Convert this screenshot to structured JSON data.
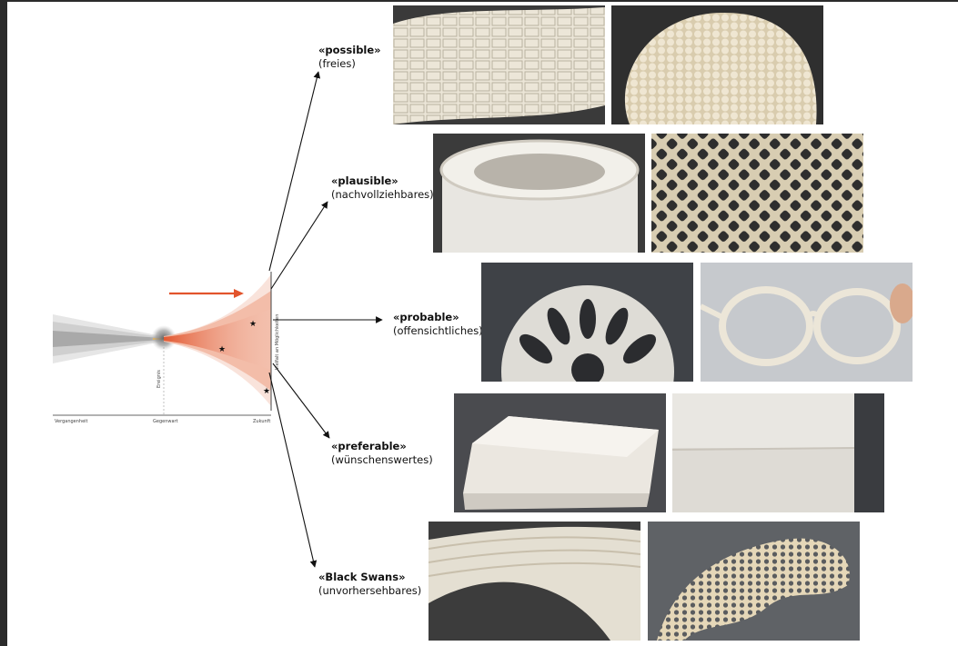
{
  "futures": [
    {
      "title": "«possible»",
      "subtitle": "(freies)"
    },
    {
      "title": "«plausible»",
      "subtitle": "(nachvollziehbares)"
    },
    {
      "title": "«probable»",
      "subtitle": "(offensichtliches)"
    },
    {
      "title": "«preferable»",
      "subtitle": "(wünschenswertes)"
    },
    {
      "title": "«Black Swans»",
      "subtitle": "(unvorhersehbares)"
    }
  ],
  "timeline": {
    "past": "Vergangenheit",
    "present": "Gegenwart",
    "future": "Zukunft",
    "event": "Ereignis",
    "cone_label": "Vielfalt an Möglichkeiten"
  },
  "photos": [
    {
      "name": "scaly-membrane",
      "row": 0
    },
    {
      "name": "beaded-surface",
      "row": 0
    },
    {
      "name": "hollow-cylinder",
      "row": 1
    },
    {
      "name": "lattice-mesh",
      "row": 1
    },
    {
      "name": "radial-gear",
      "row": 2
    },
    {
      "name": "eyeglasses",
      "row": 2
    },
    {
      "name": "foam-block",
      "row": 3
    },
    {
      "name": "foam-closeup",
      "row": 3
    },
    {
      "name": "layered-sheet",
      "row": 4
    },
    {
      "name": "honeycomb-lace",
      "row": 4
    }
  ],
  "colors": {
    "accent": "#e2542c",
    "background": "#ffffff",
    "frame": "#2b2b2b"
  }
}
